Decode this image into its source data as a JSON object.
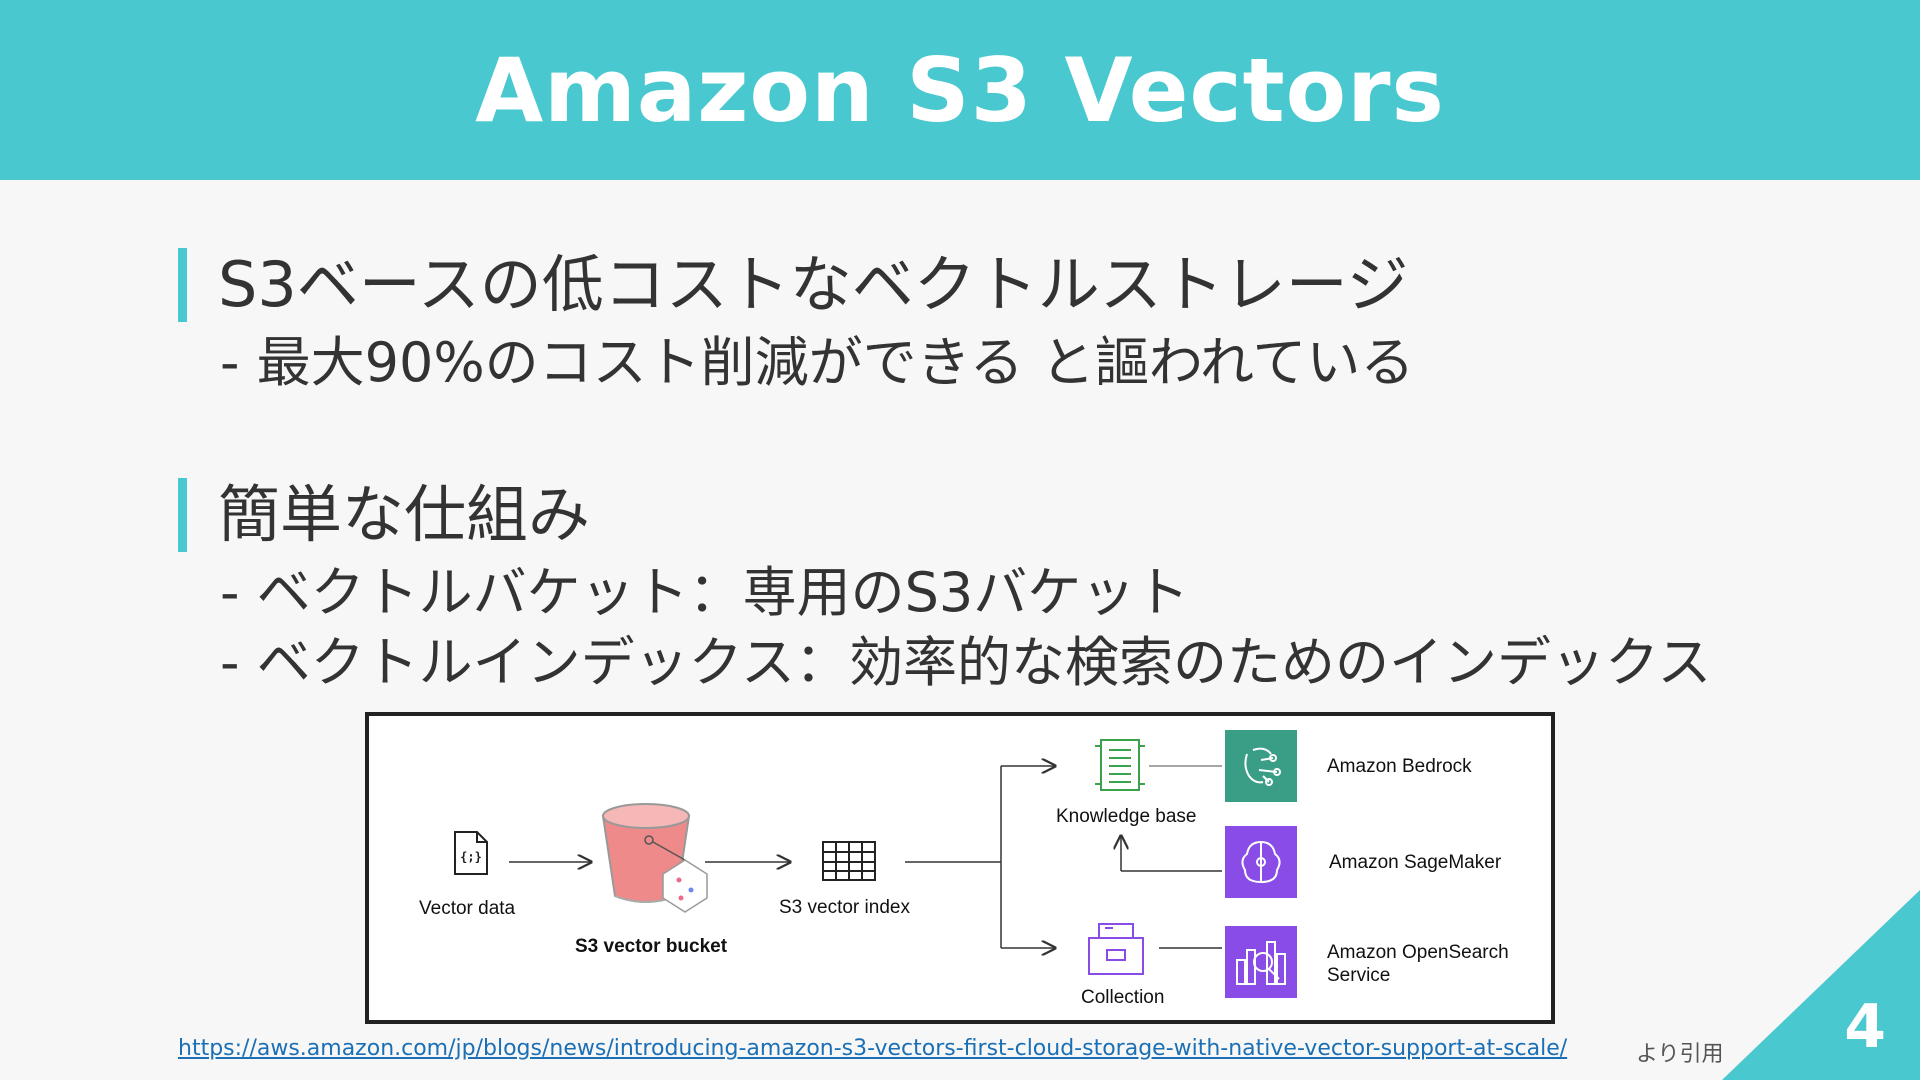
{
  "slide": {
    "title": "Amazon S3 Vectors",
    "page_number": "4",
    "accent_color": "#4ac8cf"
  },
  "sections": [
    {
      "heading": "S3ベースの低コストなベクトルストレージ",
      "bullets": [
        "- 最大90%のコスト削減ができる と謳われている"
      ]
    },
    {
      "heading": "簡単な仕組み",
      "bullets": [
        "- ベクトルバケット：専用のS3バケット",
        "- ベクトルインデックス：効率的な検索のためのインデックス"
      ]
    }
  ],
  "diagram": {
    "vector_data": "Vector data",
    "vector_data_icon": "json-file-icon",
    "bucket": "S3 vector bucket",
    "bucket_icon": "s3-bucket-icon",
    "index": "S3 vector index",
    "index_icon": "table-icon",
    "knowledge_base": "Knowledge base",
    "collection": "Collection",
    "services": [
      {
        "name": "Amazon Bedrock",
        "color": "#3a9e86",
        "icon": "bedrock-icon"
      },
      {
        "name": "Amazon SageMaker",
        "color": "#8a4ce6",
        "icon": "sagemaker-icon"
      },
      {
        "name_line1": "Amazon OpenSearch",
        "name_line2": "Service",
        "color": "#8a4ce6",
        "icon": "opensearch-icon"
      }
    ]
  },
  "footer": {
    "link": "https://aws.amazon.com/jp/blogs/news/introducing-amazon-s3-vectors-first-cloud-storage-with-native-vector-support-at-scale/",
    "note": "より引用"
  }
}
